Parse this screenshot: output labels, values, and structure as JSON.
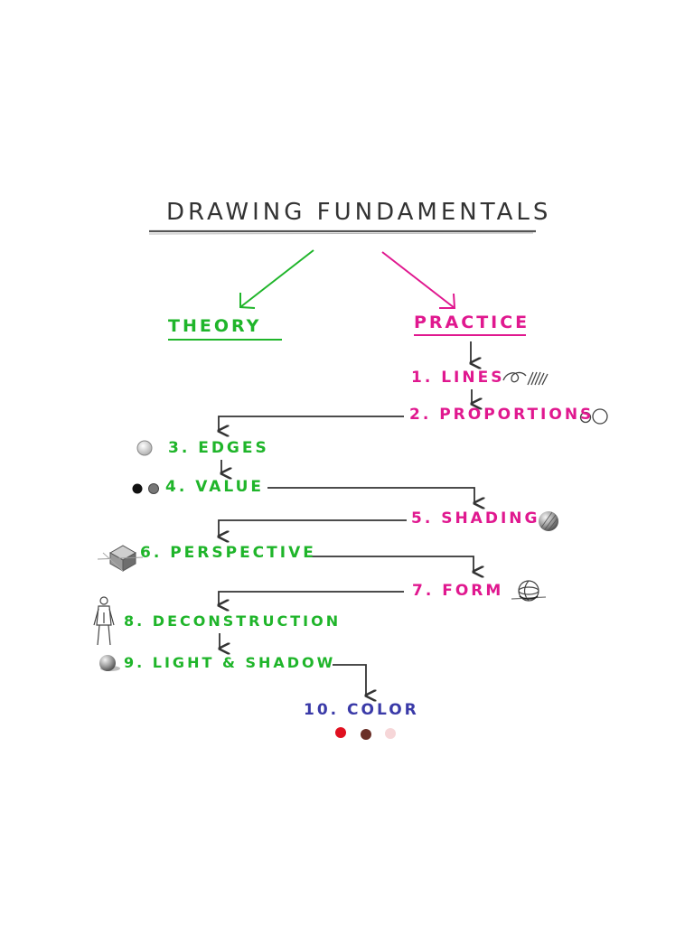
{
  "title": "DRAWING FUNDAMENTALS",
  "branches": {
    "theory": "THEORY",
    "practice": "PRACTICE"
  },
  "steps": {
    "s1": "1. LINES",
    "s2": "2. PROPORTIONS",
    "s3": "3. EDGES",
    "s4": "4. VALUE",
    "s5": "5. SHADING",
    "s6": "6. PERSPECTIVE",
    "s7": "7. FORM",
    "s8": "8. DECONSTRUCTION",
    "s9": "9. LIGHT & SHADOW",
    "s10": "10. COLOR"
  },
  "colors": {
    "theory": "#1fb52a",
    "practice": "#e0188f",
    "color_step": "#3a3aa8",
    "ink": "#333333",
    "swatch_red": "#e01020",
    "swatch_brown": "#6a3028",
    "swatch_pink": "#f6d6d8"
  }
}
